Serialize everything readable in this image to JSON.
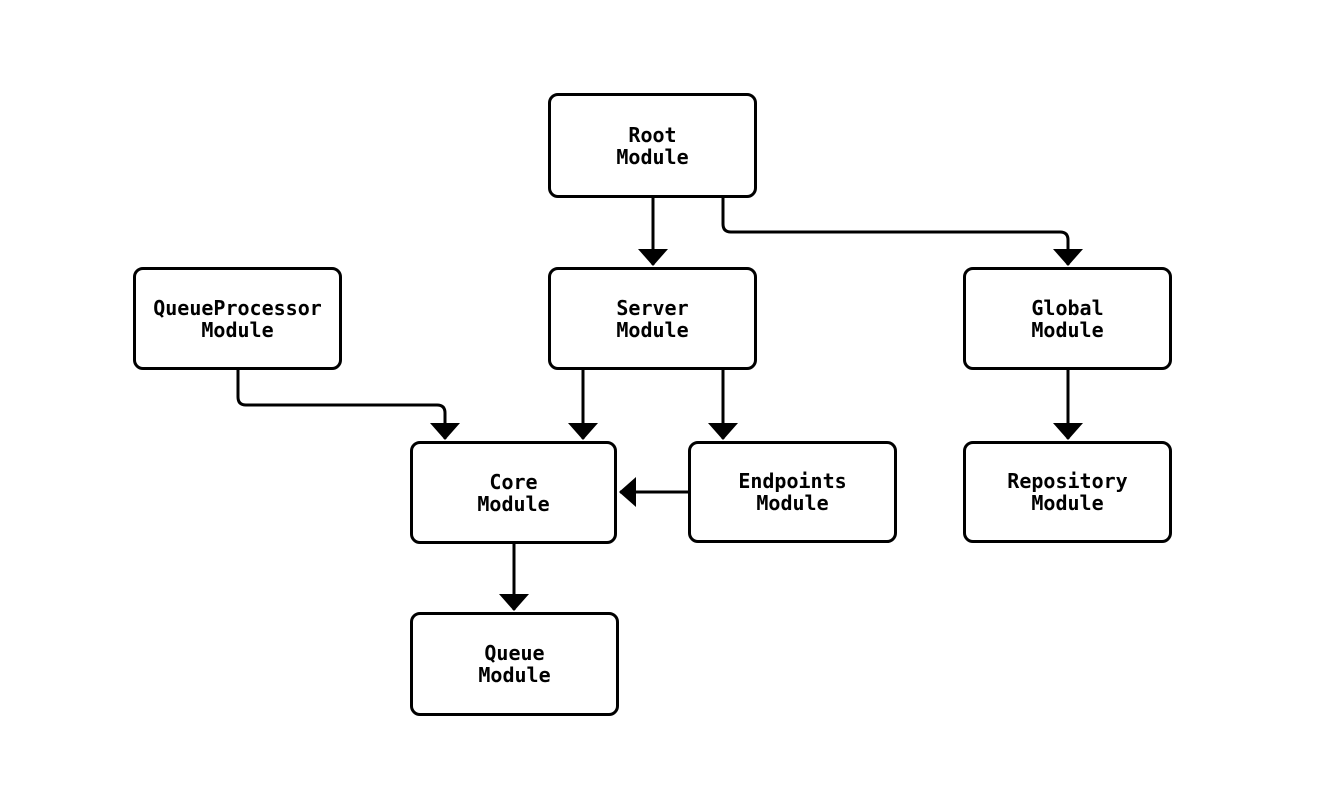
{
  "diagram": {
    "type": "flowchart",
    "colors": {
      "canvas_background": "#ffffff",
      "node_fill": "#ffffff",
      "node_border": "#000000",
      "edge_color": "#000000",
      "text_color": "#000000"
    },
    "nodes": [
      {
        "id": "root",
        "line1": "Root",
        "line2": "Module"
      },
      {
        "id": "queueprocessor",
        "line1": "QueueProcessor",
        "line2": "Module"
      },
      {
        "id": "server",
        "line1": "Server",
        "line2": "Module"
      },
      {
        "id": "global",
        "line1": "Global",
        "line2": "Module"
      },
      {
        "id": "core",
        "line1": "Core",
        "line2": "Module"
      },
      {
        "id": "endpoints",
        "line1": "Endpoints",
        "line2": "Module"
      },
      {
        "id": "repository",
        "line1": "Repository",
        "line2": "Module"
      },
      {
        "id": "queue",
        "line1": "Queue",
        "line2": "Module"
      }
    ],
    "edges": [
      {
        "from": "root",
        "to": "server"
      },
      {
        "from": "root",
        "to": "global"
      },
      {
        "from": "queueprocessor",
        "to": "core"
      },
      {
        "from": "server",
        "to": "core"
      },
      {
        "from": "server",
        "to": "endpoints"
      },
      {
        "from": "endpoints",
        "to": "core"
      },
      {
        "from": "global",
        "to": "repository"
      },
      {
        "from": "core",
        "to": "queue"
      }
    ]
  }
}
